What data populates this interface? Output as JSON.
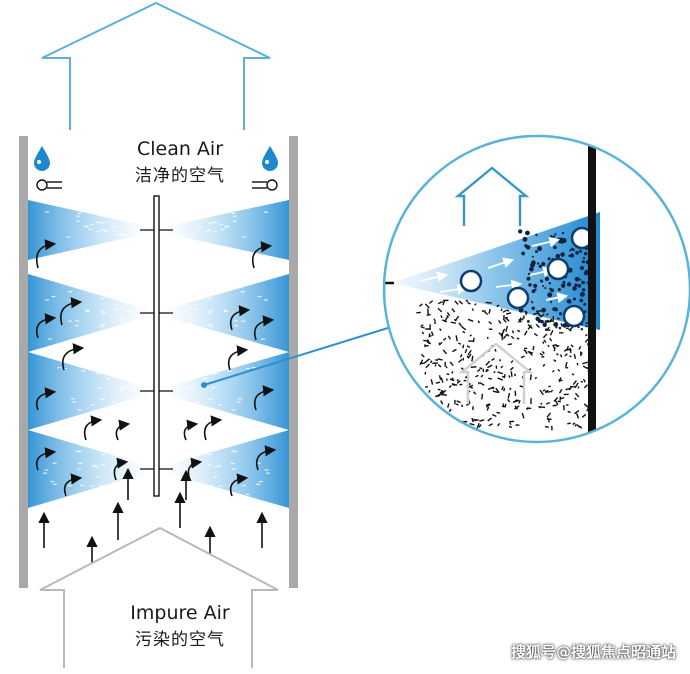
{
  "labels": {
    "clean_en": "Clean Air",
    "clean_zh": "洁净的空气",
    "impure_en": "Impure Air",
    "impure_zh": "污染的空气"
  },
  "watermark": "搜狐号@搜狐焦点昭通站",
  "icons": [
    "water-drop-icon",
    "nozzle-icon",
    "house-outline-icon",
    "up-arrow-icon"
  ],
  "colors": {
    "spray_blue": "#3fa0dc",
    "outline_blue": "#5bb2d6",
    "dark": "#111111",
    "wall_gray": "#a9a9a9",
    "house_gray": "#c8c8c8"
  }
}
